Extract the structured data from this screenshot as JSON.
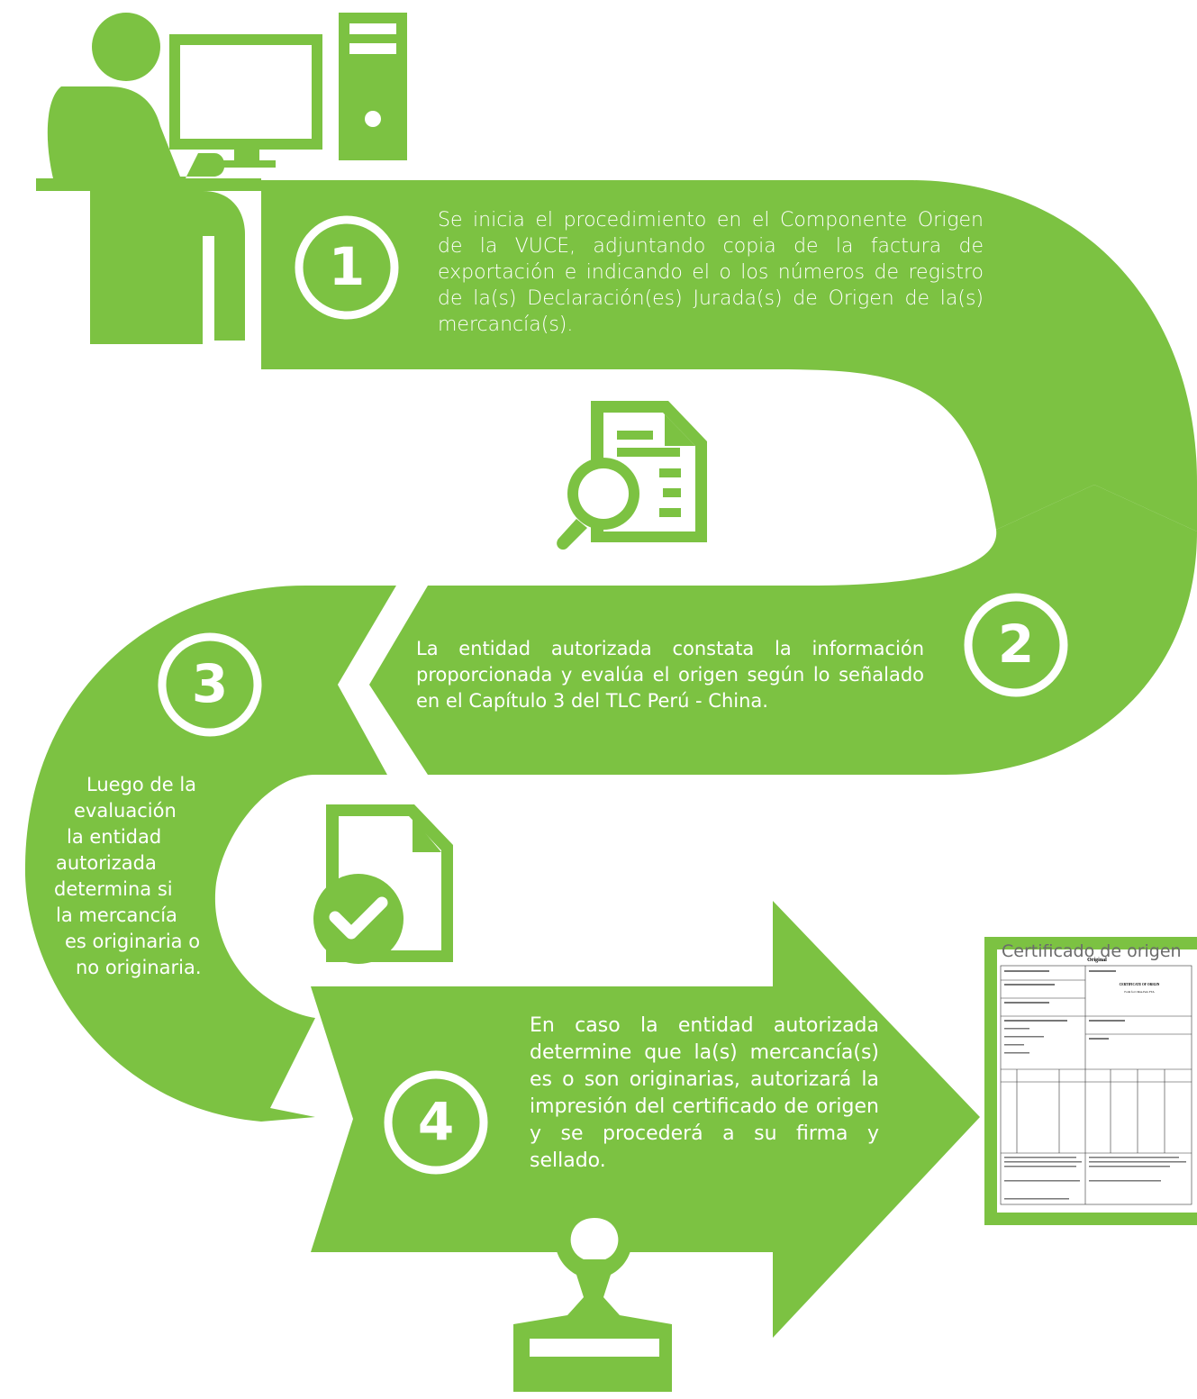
{
  "colors": {
    "green": "#7cc242",
    "white": "#ffffff",
    "caption_gray": "#6b6b6b"
  },
  "icons": {
    "person": "person-at-computer-icon",
    "search": "document-search-icon",
    "check": "document-check-icon",
    "stamp": "stamp-icon"
  },
  "steps": [
    {
      "number": "1",
      "lines": [
        "Se inicia el procedimiento en el Componente Origen",
        "de la VUCE, adjuntando copia de la factura de",
        "exportación e indicando el o los números de registro",
        "de la(s) Declaración(es) Jurada(s) de Origen de la(s)",
        "mercancía(s)."
      ]
    },
    {
      "number": "2",
      "lines": [
        "La entidad autorizada constata la información",
        "proporcionada y evalúa el origen según lo señalado",
        "en el Capítulo 3 del  TLC Perú - China."
      ]
    },
    {
      "number": "3",
      "lines": [
        "Luego de la",
        "evaluación",
        "la entidad",
        "autorizada",
        "determina si",
        "la mercancía",
        "es originaria o",
        "no originaria."
      ]
    },
    {
      "number": "4",
      "lines": [
        "En caso la entidad autorizada",
        "determine que la(s) mercancía(s)",
        "es o son originarias, autorizará la",
        "impresión del certificado de origen",
        "y se procederá a su firma y sellado."
      ]
    }
  ],
  "certificate": {
    "caption": "Certificado de origen",
    "heading": "Original",
    "title": "CERTIFICATE OF ORIGIN",
    "subtitle": "Form for China-Peru FTA"
  }
}
